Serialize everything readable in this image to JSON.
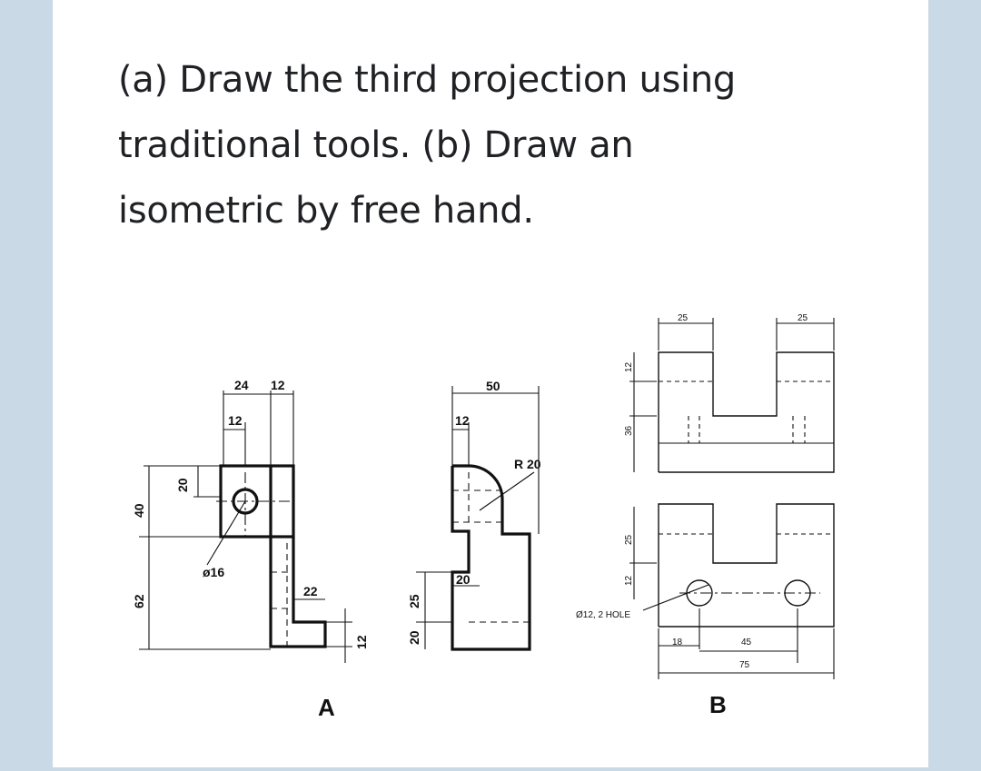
{
  "question": {
    "line1": "(a) Draw the third projection using",
    "line2": "traditional tools. (b) Draw an",
    "line3": "isometric by free hand."
  },
  "drawing_a": {
    "label": "A",
    "dims": {
      "top_24": "24",
      "top_12": "12",
      "left_12": "12",
      "height_20": "20",
      "height_40": "40",
      "height_62": "62",
      "dia_16": "ø16",
      "width_22": "22",
      "step_12": "12",
      "width_50": "50",
      "offset_12": "12",
      "radius_20": "R 20",
      "notch_20": "20",
      "height_25": "25",
      "base_20": "20"
    }
  },
  "drawing_b": {
    "label": "B",
    "dims": {
      "top_25_left": "25",
      "top_25_right": "25",
      "height_12": "12",
      "height_36": "36",
      "plan_25": "25",
      "plan_12": "12",
      "hole_note": "Ø12, 2 HOLE",
      "bottom_18": "18",
      "bottom_45": "45",
      "bottom_75": "75"
    }
  }
}
